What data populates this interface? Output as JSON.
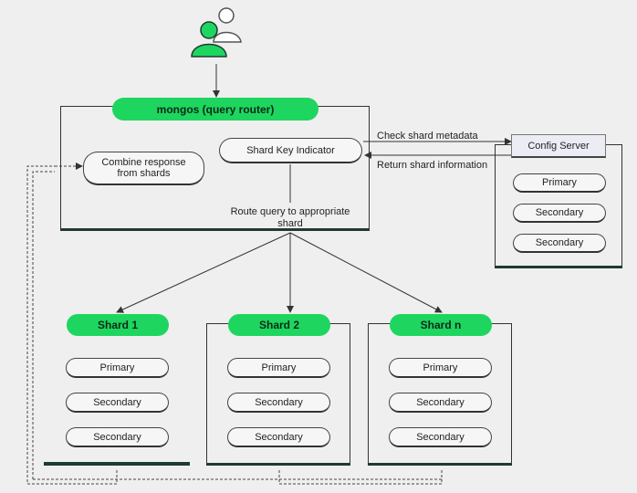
{
  "router": {
    "title": "mongos (query router)",
    "shard_key": "Shard Key Indicator",
    "combine": "Combine response from shards",
    "route_label": "Route query to appropriate shard"
  },
  "edges": {
    "check": "Check shard metadata",
    "return": "Return shard information"
  },
  "config": {
    "title": "Config Server",
    "members": [
      "Primary",
      "Secondary",
      "Secondary"
    ]
  },
  "shards": [
    {
      "name": "Shard 1",
      "members": [
        "Primary",
        "Secondary",
        "Secondary"
      ]
    },
    {
      "name": "Shard 2",
      "members": [
        "Primary",
        "Secondary",
        "Secondary"
      ]
    },
    {
      "name": "Shard n",
      "members": [
        "Primary",
        "Secondary",
        "Secondary"
      ]
    }
  ],
  "colors": {
    "accent": "#1ed65f",
    "ink": "#1e3b32",
    "user_secondary": "#ffffff"
  },
  "icons": {
    "users": "users-icon"
  }
}
